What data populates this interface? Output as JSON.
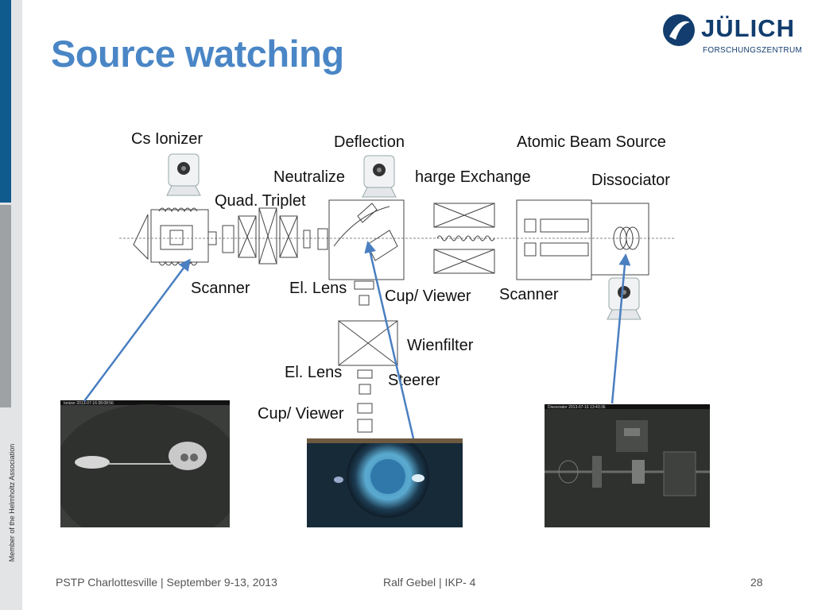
{
  "slide": {
    "title": "Source watching",
    "side_text": "Member of the Helmholtz Association",
    "logo": {
      "name": "JÜLICH",
      "subtitle": "FORSCHUNGSZENTRUM"
    },
    "footer": {
      "conference": "PSTP Charlottesville | September 9-13, 2013",
      "author": "Ralf Gebel | IKP- 4",
      "page": "28"
    }
  },
  "diagram": {
    "labels": {
      "cs_ionizer": "Cs Ionizer",
      "deflection": "Deflection",
      "atomic_beam_source": "Atomic Beam Source",
      "neutralize": "Neutralize",
      "charge_exchange": "harge Exchange",
      "dissociator": "Dissociator",
      "quad_triplet": "Quad. Triplet",
      "scanner_left": "Scanner",
      "el_lens_top": "El. Lens",
      "cup_viewer_top": "Cup/ Viewer",
      "scanner_right": "Scanner",
      "wienfilter": "Wienfilter",
      "el_lens_bottom": "El. Lens",
      "steerer": "Steerer",
      "cup_viewer_bottom": "Cup/ Viewer"
    },
    "photo_captions": {
      "left": "Ionizer 2013-07-16 08:08:56",
      "right": "Dissociator 2013-07-16 13:43:36"
    },
    "colors": {
      "arrow": "#4a7fc1",
      "line": "#444444",
      "photo_bg": "#2b2d2b"
    }
  }
}
